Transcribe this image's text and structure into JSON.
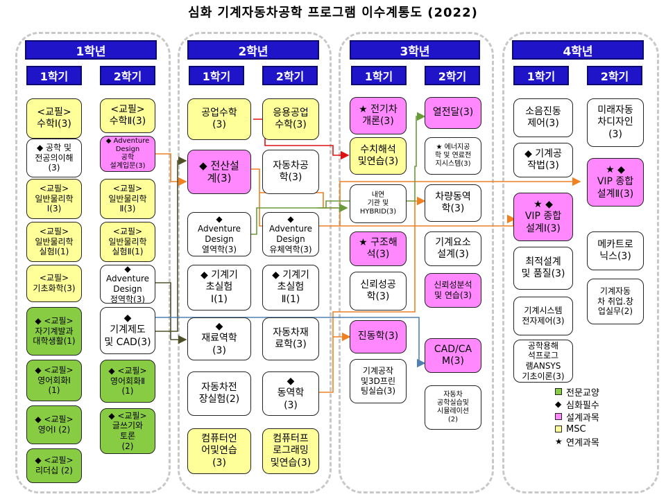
{
  "title": "심화 기계자동차공학 프로그램 이수계통도 (2022)",
  "years": [
    {
      "label": "1학년",
      "sem1": "1학기",
      "sem2": "2학기"
    },
    {
      "label": "2학년",
      "sem1": "1학기",
      "sem2": "2학기"
    },
    {
      "label": "3학년",
      "sem1": "1학기",
      "sem2": "2학기"
    },
    {
      "label": "4학년",
      "sem1": "1학기",
      "sem2": "2학기"
    }
  ],
  "courses": {
    "y1s1": [
      "<교필>\n수학Ⅰ(3)",
      "◆ 공학 및\n전공의이해\n(3)",
      "<교필>\n일반물리학\nⅠ(3)",
      "<교필>\n일반물리학\n실험Ⅰ(1)",
      "<교필>\n기초화학(3)",
      "◆ <교필>\n자기계발과\n대학생활(1)",
      "◆ <교필>\n영어회화Ⅰ\n(1)",
      "◆ <교필>\n영어Ⅰ (2)",
      "◆ <교필>\n리더십 (2)"
    ],
    "y1s2": [
      "<교필>\n수학Ⅱ(3)",
      "◆ Adventure\nDesign\n공학\n설계입문(3)",
      "<교필>\n일반물리학\nⅡ(3)",
      "<교필>\n일반물리학\n실험Ⅱ(1)",
      "◆\nAdventure\nDesign\n정역학(3)",
      "◆\n기계제도\n및 CAD(3)",
      "◆ <교필>\n영어회화Ⅱ\n(1)",
      "◆ <교필>\n글쓰기와\n토론\n(2)"
    ],
    "y2s1": [
      "공업수학\n(3)",
      "◆ 전산설\n계(3)",
      "◆\nAdventure\nDesign\n열역학(3)",
      "◆ 기계기\n초실험\nⅠ(1)",
      "◆\n재료역학\n(3)",
      "자동차전\n장실험(2)",
      "컴퓨터언\n어및연습\n(3)"
    ],
    "y2s2": [
      "응용공업\n수학(3)",
      "자동차공\n학(3)",
      "◆\nAdventure\nDesign\n유체역학(3)",
      "◆ 기계기\n초실험\nⅡ(1)",
      "자동차재\n료학(3)",
      "◆\n동역학\n(3)",
      "컴퓨터프\n로그래밍\n및연습(3)"
    ],
    "y3s1": [
      "★ 전기차\n개론(3)",
      "수치해석\n및연습(3)",
      "내연\n기관 및\nHYBRID(3)",
      "★ 구조해\n석(3)",
      "신뢰성공\n학(3)",
      "진동학(3)",
      "기계공작\n및3D프린\n팅실습(3)"
    ],
    "y3s2": [
      "열전달(3)",
      "★ 에너지공\n학 및 연료전\n지시스템(3)",
      "차량동역\n학(3)",
      "기계요소\n설계(3)",
      "신뢰성분석\n및 연습(3)",
      "CAD/CA\nM(3)",
      "자동차\n공학실습및\n시뮬레이션\n(2)"
    ],
    "y4s1": [
      "소음진동\n제어(3)",
      "◆ 기계공\n작법(3)",
      "★ ◆\nVIP 종합\n설계Ⅰ(3)",
      "최적설계\n및 품질(3)",
      "기계시스템\n전자제어(3)",
      "공학용해\n석프로그\n램ANSYS\n기초이론(3)"
    ],
    "y4s2": [
      "미래자동\n차디자인\n(3)",
      "★ ◆\nVIP 종합\n설계Ⅱ(3)",
      "메카트로\n닉스(3)",
      "기계자동\n차 취업.창\n업실무(2)"
    ]
  },
  "legend": [
    {
      "symbol": "",
      "color": "#88cc44",
      "label": "전문교양"
    },
    {
      "symbol": "◆",
      "color": "",
      "label": "심화필수"
    },
    {
      "symbol": "",
      "color": "#ff88ff",
      "label": "설계과목"
    },
    {
      "symbol": "",
      "color": "#ffff99",
      "label": "MSC"
    },
    {
      "symbol": "★",
      "color": "",
      "label": "연계과목"
    }
  ],
  "colors": {
    "header_blue": "#1f14c8",
    "msc_yellow": "#ffff99",
    "design_pink": "#ff88ff",
    "liberal_green": "#88cc44",
    "arrow_red": "#e01010",
    "arrow_orange": "#f08020",
    "arrow_green": "#6a9a3a",
    "arrow_olive": "#505028",
    "arrow_blue": "#5080b0"
  }
}
